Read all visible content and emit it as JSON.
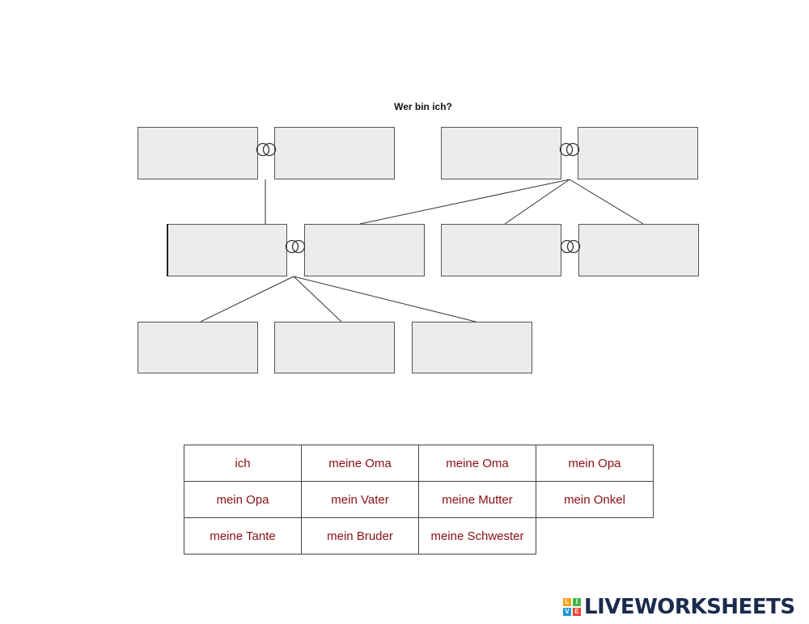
{
  "worksheet": {
    "title": "Wer bin ich?"
  },
  "tree": {
    "boxes": [
      {
        "id": "grandparent-left-1",
        "value": ""
      },
      {
        "id": "grandparent-left-2",
        "value": ""
      },
      {
        "id": "grandparent-right-1",
        "value": ""
      },
      {
        "id": "grandparent-right-2",
        "value": ""
      },
      {
        "id": "parent-1",
        "value": ""
      },
      {
        "id": "parent-2",
        "value": ""
      },
      {
        "id": "aunt-uncle-1",
        "value": ""
      },
      {
        "id": "aunt-uncle-2",
        "value": ""
      },
      {
        "id": "child-1",
        "value": ""
      },
      {
        "id": "child-2",
        "value": ""
      },
      {
        "id": "child-3",
        "value": ""
      }
    ],
    "marriage_icon": "wedding-rings-icon"
  },
  "word_bank": {
    "rows": [
      [
        "ich",
        "meine Oma",
        "meine Oma",
        "mein Opa"
      ],
      [
        "mein Opa",
        "mein Vater",
        "meine Mutter",
        "mein Onkel"
      ],
      [
        "meine Tante",
        "mein Bruder",
        "meine Schwester",
        ""
      ]
    ],
    "text_color": "#8b0f14"
  },
  "brand": {
    "logo_letters": [
      "L",
      "I",
      "V",
      "E"
    ],
    "logo_colors": [
      "#f4a21b",
      "#43b649",
      "#1c9ad6",
      "#e8402f"
    ],
    "name": "LIVEWORKSHEETS"
  }
}
